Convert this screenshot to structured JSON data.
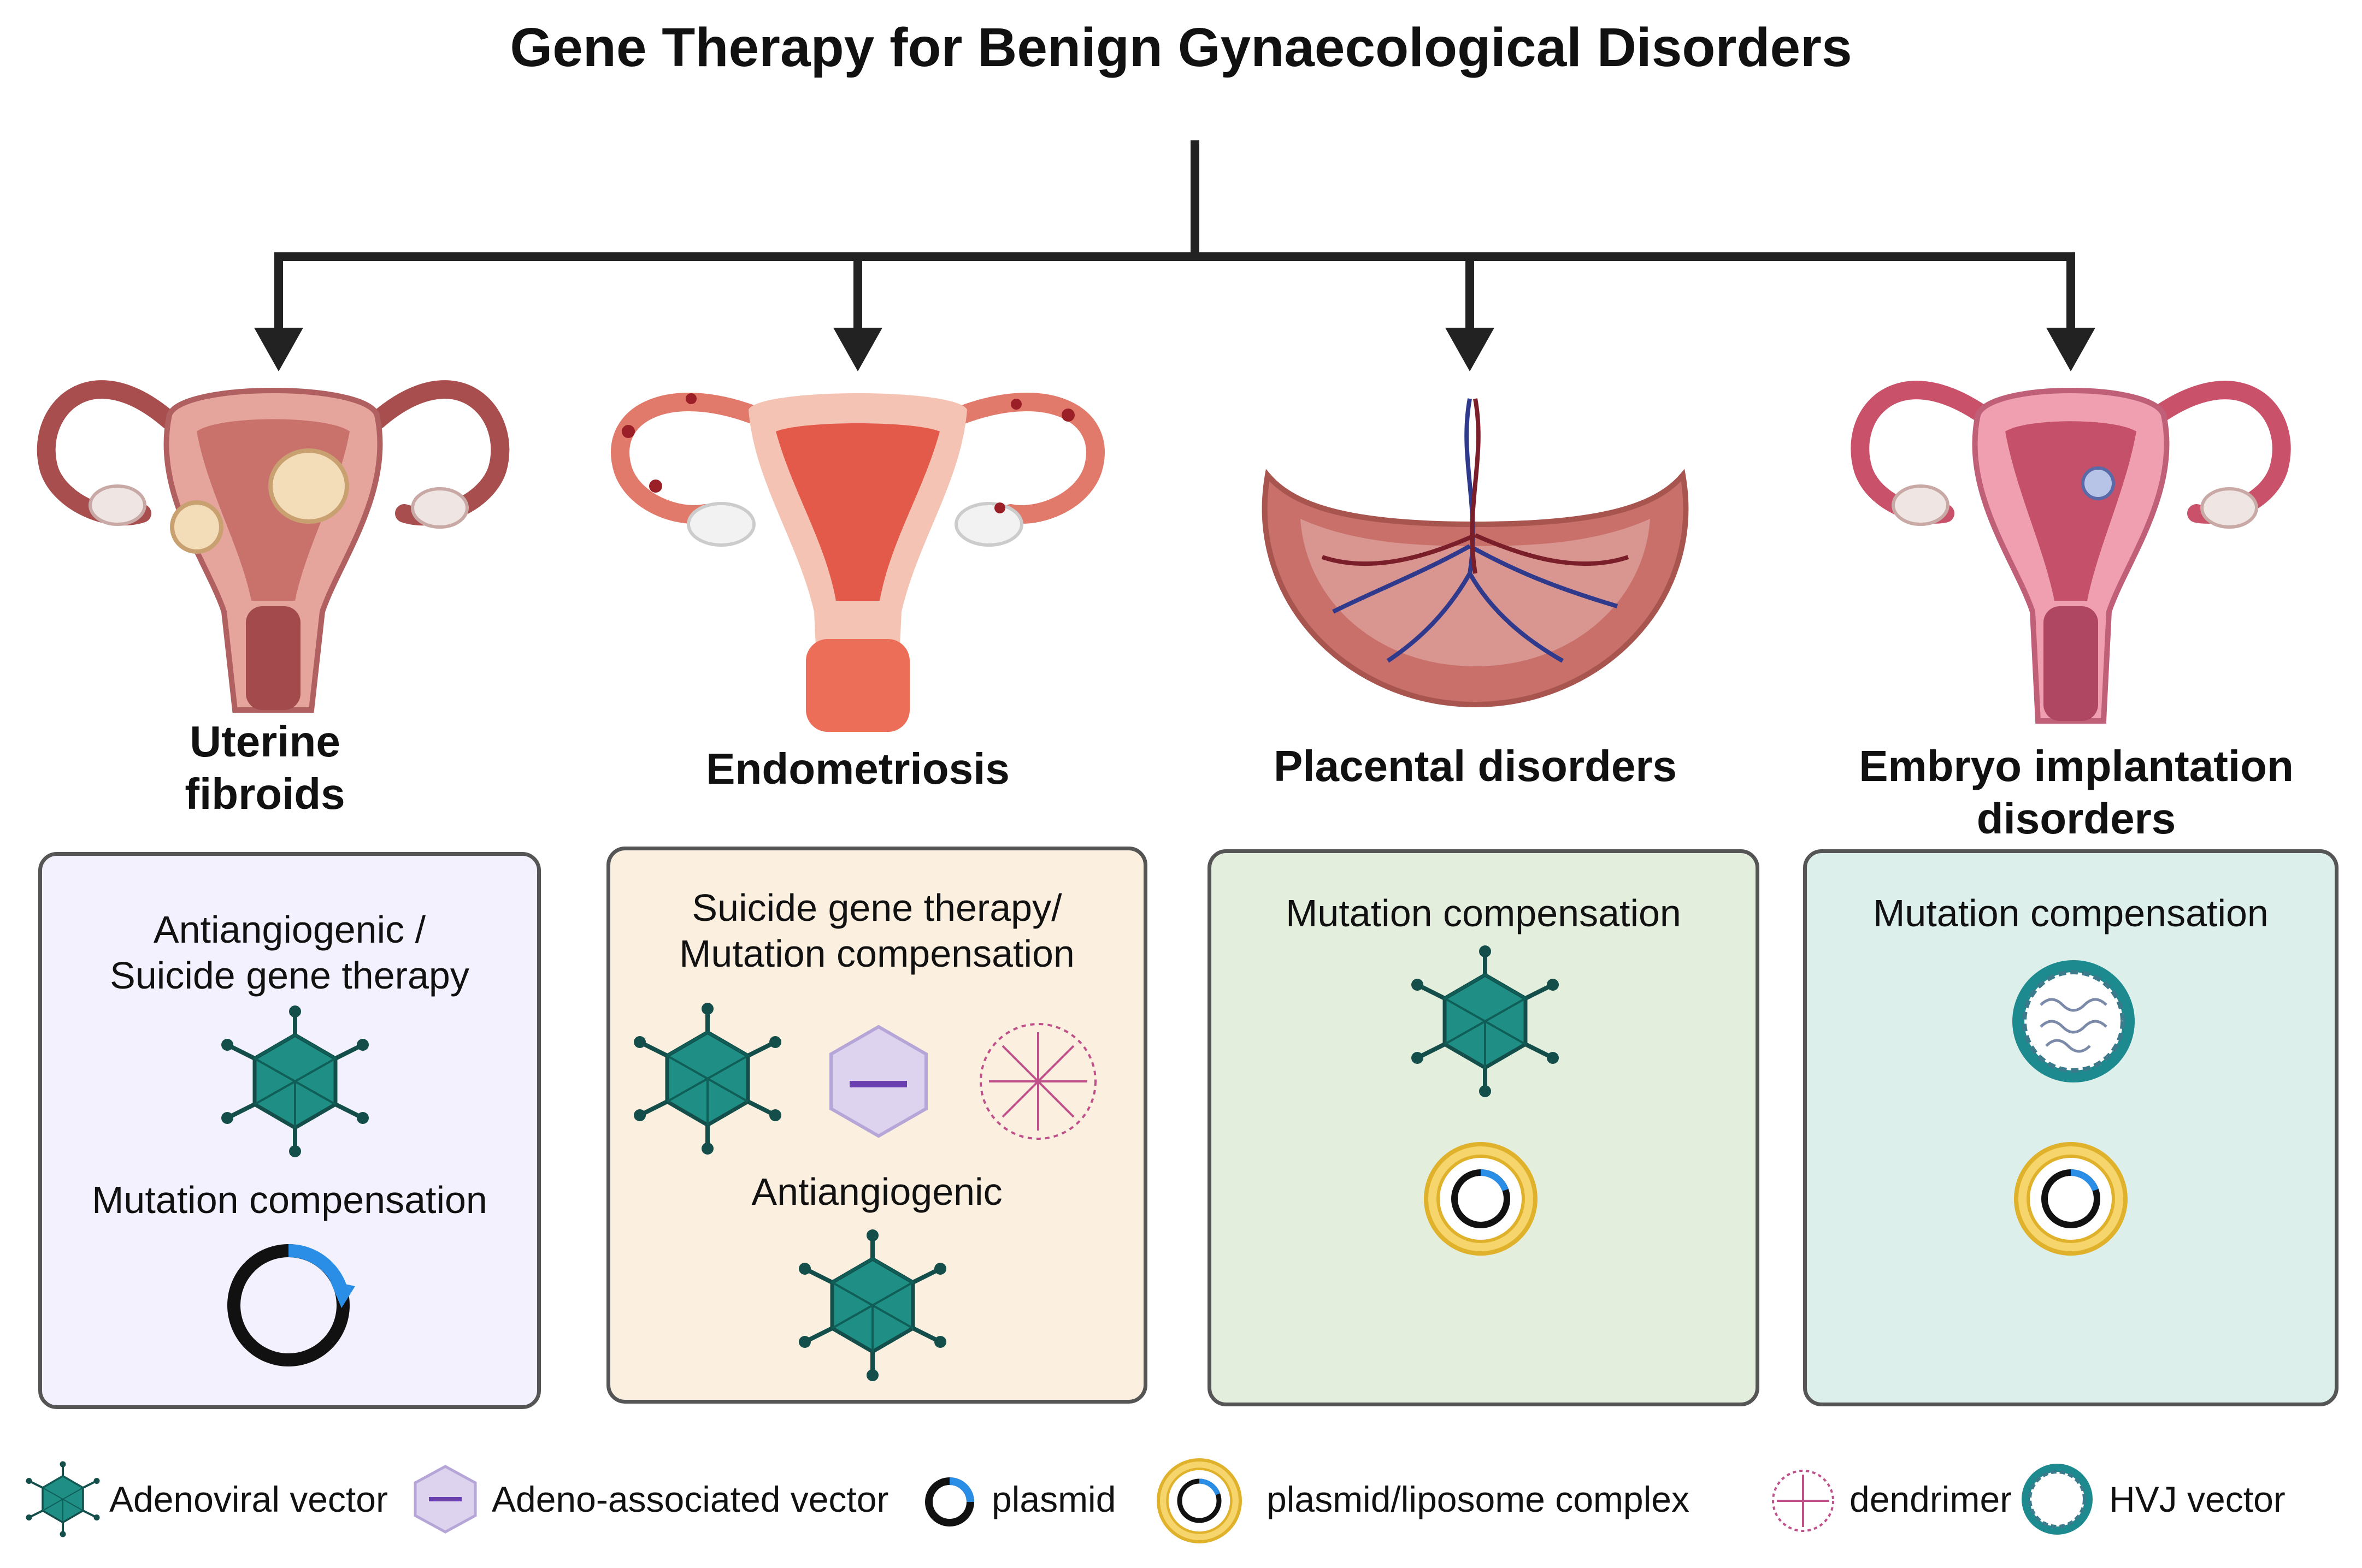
{
  "title": "Gene Therapy for Benign Gynaecological Disorders",
  "disorders": [
    {
      "label_line1": "Uterine",
      "label_line2": "fibroids"
    },
    {
      "label": "Endometriosis"
    },
    {
      "label": "Placental disorders"
    },
    {
      "label_line1": "Embryo implantation",
      "label_line2": "disorders"
    }
  ],
  "panels": {
    "fibroids": {
      "therapy1_line1": "Antiangiogenic /",
      "therapy1_line2": "Suicide gene therapy",
      "therapy2": "Mutation compensation",
      "bg": "#f3f1fd"
    },
    "endometriosis": {
      "therapy1_line1": "Suicide gene therapy/",
      "therapy1_line2": "Mutation compensation",
      "therapy2": "Antiangiogenic",
      "bg": "#fbefdf"
    },
    "placental": {
      "therapy1": "Mutation compensation",
      "bg": "#e4eedd"
    },
    "implantation": {
      "therapy1": "Mutation compensation",
      "bg": "#dcefea"
    }
  },
  "legend": {
    "adenoviral": "Adenoviral vector",
    "aav": "Adeno-associated vector",
    "plasmid": "plasmid",
    "liposome": "plasmid/liposome complex",
    "dendrimer": "dendrimer",
    "hvj": "HVJ vector"
  },
  "colors": {
    "adenovirus": "#1f8f86",
    "plasmid_blue": "#2a8ee6",
    "liposome": "#f0c23a",
    "uterus": "#c2605e",
    "pink_uterus": "#d97a8c",
    "placenta": "#b8554f"
  }
}
